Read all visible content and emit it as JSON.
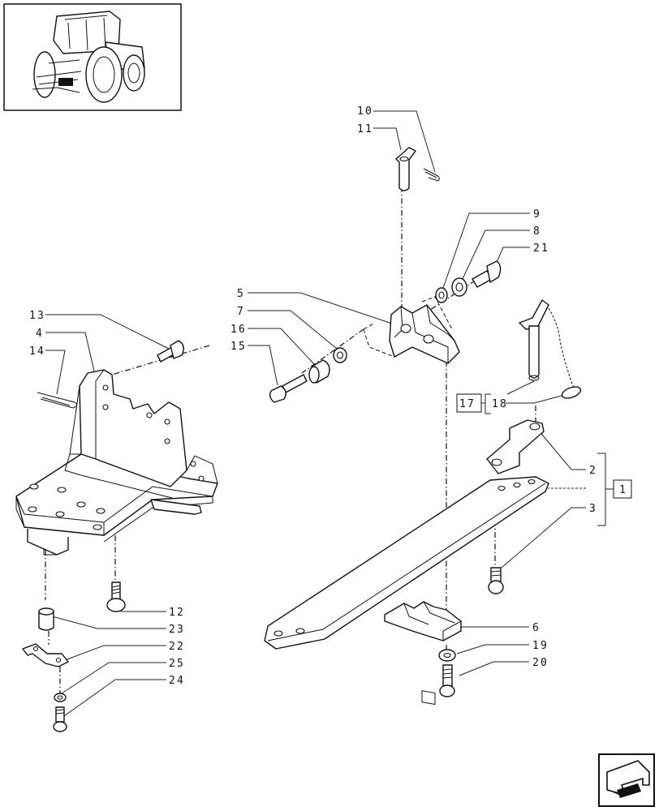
{
  "callouts": [
    {
      "id": "n10",
      "text": "10"
    },
    {
      "id": "n11",
      "text": "11"
    },
    {
      "id": "n9",
      "text": "9"
    },
    {
      "id": "n8",
      "text": "8"
    },
    {
      "id": "n21",
      "text": "21"
    },
    {
      "id": "n5",
      "text": "5"
    },
    {
      "id": "n7",
      "text": "7"
    },
    {
      "id": "n16",
      "text": "16"
    },
    {
      "id": "n15",
      "text": "15"
    },
    {
      "id": "n13",
      "text": "13"
    },
    {
      "id": "n4",
      "text": "4"
    },
    {
      "id": "n14",
      "text": "14"
    },
    {
      "id": "n17",
      "text": "17"
    },
    {
      "id": "n18",
      "text": "18"
    },
    {
      "id": "n2",
      "text": "2"
    },
    {
      "id": "n1",
      "text": "1"
    },
    {
      "id": "n3",
      "text": "3"
    },
    {
      "id": "n12",
      "text": "12"
    },
    {
      "id": "n23",
      "text": "23"
    },
    {
      "id": "n22",
      "text": "22"
    },
    {
      "id": "n25",
      "text": "25"
    },
    {
      "id": "n24",
      "text": "24"
    },
    {
      "id": "n6",
      "text": "6"
    },
    {
      "id": "n19",
      "text": "19"
    },
    {
      "id": "n20",
      "text": "20"
    }
  ],
  "icons": {
    "thumbnail": "tractor-thumbnail-icon",
    "navigation": "next-page-arrow-icon"
  }
}
